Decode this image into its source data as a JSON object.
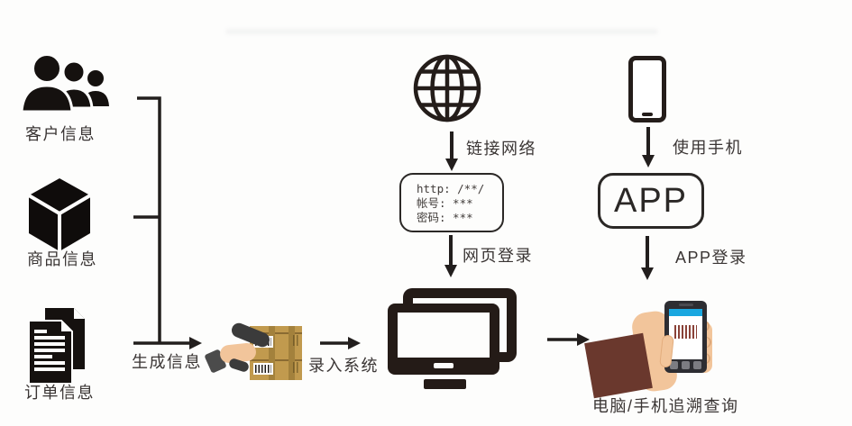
{
  "left_column": {
    "customer": {
      "label": "客户信息",
      "icon": "people-icon"
    },
    "product": {
      "label": "商品信息",
      "icon": "cube-icon"
    },
    "order": {
      "label": "订单信息",
      "icon": "documents-icon"
    }
  },
  "edges": {
    "generate": {
      "label": "生成信息"
    },
    "entry": {
      "label": "录入系统"
    }
  },
  "web_flow": {
    "link_label": "链接网络",
    "login_box": {
      "line1": "http: /**/",
      "line2": "帐号: ***",
      "line3": "密码: ***"
    },
    "login_label": "网页登录"
  },
  "app_flow": {
    "use_label": "使用手机",
    "box_label": "APP",
    "login_label": "APP登录"
  },
  "result": {
    "label": "电脑/手机追溯查询"
  },
  "icons": [
    "people-icon",
    "cube-icon",
    "documents-icon",
    "scanner-boxes-icon",
    "globe-icon",
    "monitor-icon",
    "phone-icon",
    "hand-phone-icon"
  ],
  "colors": {
    "line": "#221e1d",
    "icon_black": "#15110f",
    "monitor_dark": "#241b17",
    "box_tan": "#c19a4e",
    "tape": "#a3813c",
    "skin": "#f2c59b",
    "sleeve_brown": "#6a382d",
    "scanner_gray": "#3b3b3b",
    "screen_blue": "#1aa7e0",
    "barcode_red": "#8a4238",
    "text": "#3a3534"
  }
}
